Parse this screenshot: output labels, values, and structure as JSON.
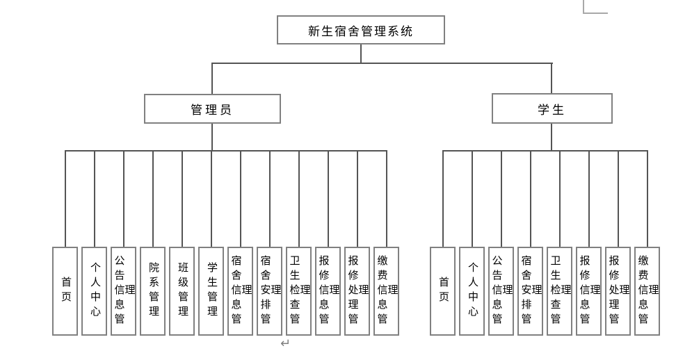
{
  "diagram": {
    "title": "新生宿舍管理系统",
    "root": {
      "label": "新生宿舍管理系统"
    },
    "branches": [
      {
        "label": "管理员",
        "children": [
          "首页",
          "个人中心",
          "公告信息管理",
          "院系管理",
          "班级管理",
          "学生管理",
          "宿舍信息管理",
          "宿舍安排管理",
          "卫生检查管理",
          "报修信息管理",
          "报修处理管理",
          "缴费信息管理"
        ]
      },
      {
        "label": "学生",
        "children": [
          "首页",
          "个人中心",
          "公告信息管理",
          "宿舍安排管理",
          "卫生检查管理",
          "报修信息管理",
          "报修处理管理",
          "缴费信息管理"
        ]
      }
    ],
    "marks": {
      "paragraph_return": "↵"
    },
    "colors": {
      "line": "#545454",
      "box_border": "#808080",
      "text": "#000000",
      "background": "#ffffff",
      "page_boundary_mark": "#a8a8a8",
      "return_mark": "#7f7f7f"
    }
  }
}
